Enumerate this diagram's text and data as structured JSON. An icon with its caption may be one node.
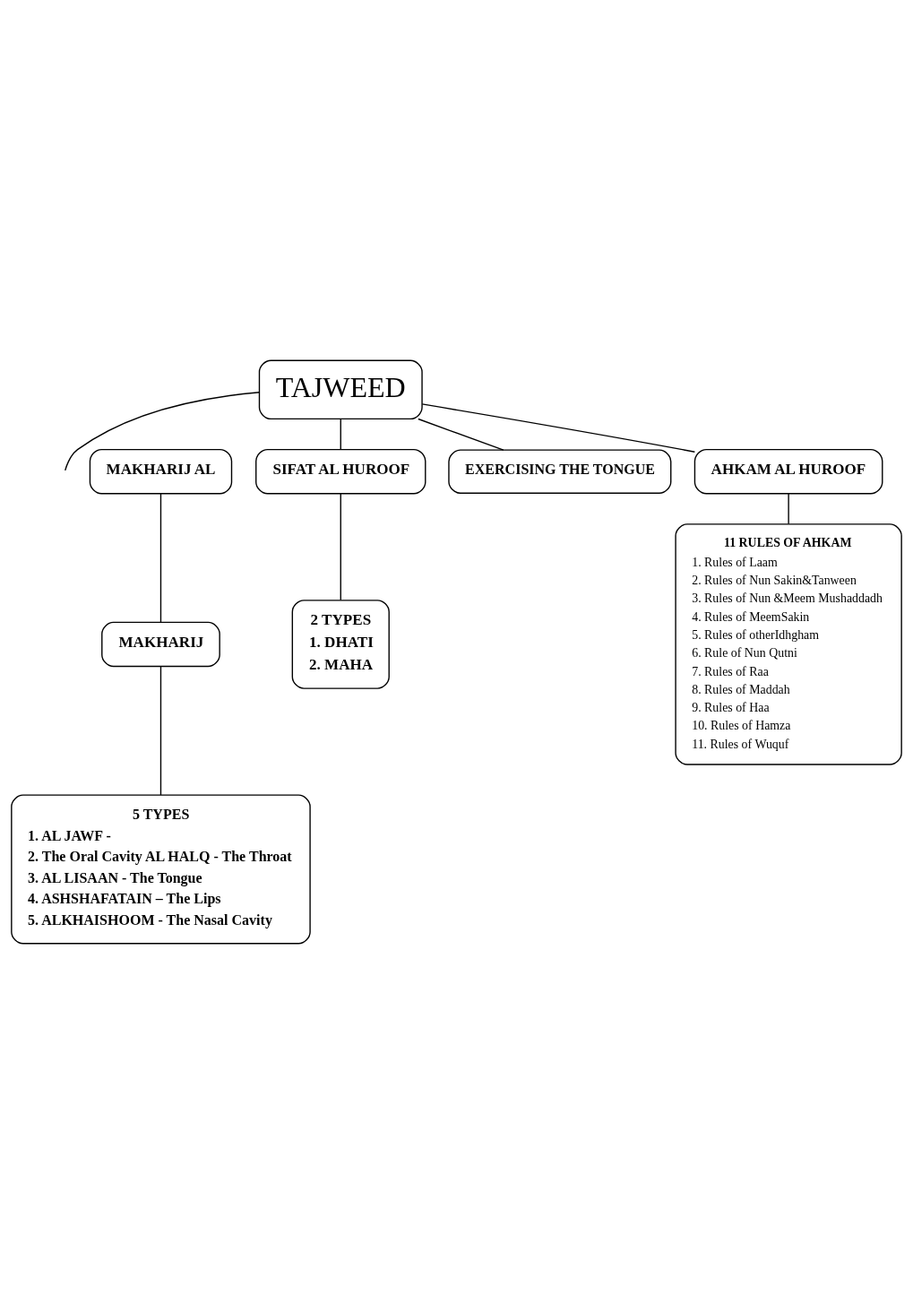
{
  "diagram": {
    "nodes": [
      {
        "text": [
          "TAJWEED"
        ]
      },
      {
        "text": [
          "MAKHARIJ AL"
        ]
      },
      {
        "text": [
          "SIFAT AL HUROOF"
        ]
      },
      {
        "text": [
          "EXERCISING THE TONGUE"
        ]
      },
      {
        "text": [
          "AHKAM AL HUROOF"
        ]
      },
      {
        "text": [
          "MAKHARIJ"
        ]
      },
      {
        "text": [
          "2 TYPES",
          "1. DHATI",
          "2. MAHA"
        ]
      },
      {
        "text": [
          "5 TYPES",
          "1. AL JAWF -",
          "2. The Oral Cavity AL HALQ - The Throat",
          "3. AL LISAAN - The Tongue",
          "4. ASHSHAFATAIN – The Lips",
          "5. ALKHAISHOOM - The Nasal Cavity"
        ]
      },
      {
        "text": [
          "11 RULES OF AHKAM",
          "1. Rules of Laam",
          "2. Rules of Nun Sakin&Tanween",
          "3. Rules of Nun &Meem Mushaddadh",
          "4. Rules of MeemSakin",
          "5. Rules of otherIdhgham",
          "6. Rule of Nun Qutni",
          "7. Rules of Raa",
          "8. Rules of Maddah",
          "9. Rules of Haa",
          "10. Rules of Hamza",
          "11. Rules of Wuquf"
        ]
      }
    ],
    "edges": [
      {
        "from": 0,
        "to": null,
        "arrow": "none"
      },
      {
        "from": 0,
        "to": 2,
        "arrow": "none"
      },
      {
        "from": 0,
        "to": 3,
        "arrow": "none"
      },
      {
        "from": 0,
        "to": 4,
        "arrow": "none"
      },
      {
        "from": 1,
        "to": 5,
        "arrow": "none"
      },
      {
        "from": 5,
        "to": 7,
        "arrow": "none"
      },
      {
        "from": 2,
        "to": 6,
        "arrow": "none"
      },
      {
        "from": 4,
        "to": 8,
        "arrow": "none"
      }
    ]
  }
}
